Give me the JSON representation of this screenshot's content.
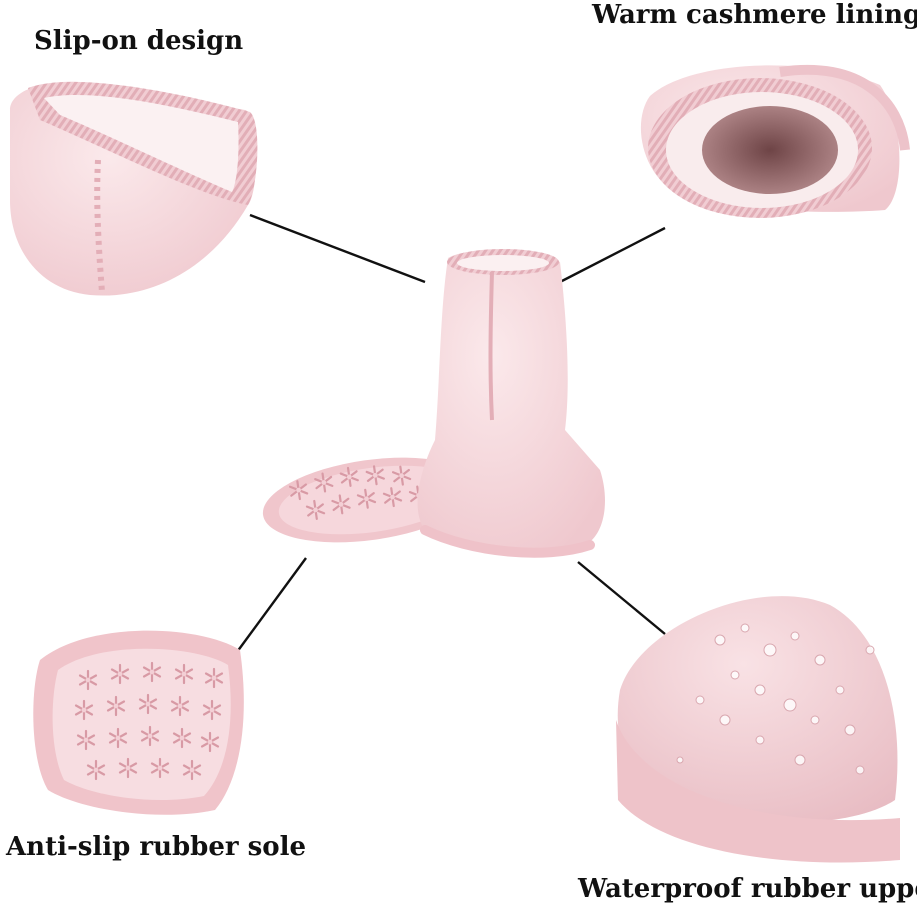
{
  "callouts": {
    "slip_on": "Slip-on design",
    "lining": "Warm cashmere lining",
    "sole": "Anti-slip rubber sole",
    "upper": "Waterproof rubber upper"
  },
  "colors": {
    "suede": "#f6d9dc",
    "suede_shadow": "#e9bcc3",
    "sole": "#f3cfd5",
    "fur": "#f8e9ea",
    "lining_dark": "#8a5a5c",
    "rib": "#e6b5bd",
    "connector": "#111111",
    "background": "#ffffff"
  }
}
